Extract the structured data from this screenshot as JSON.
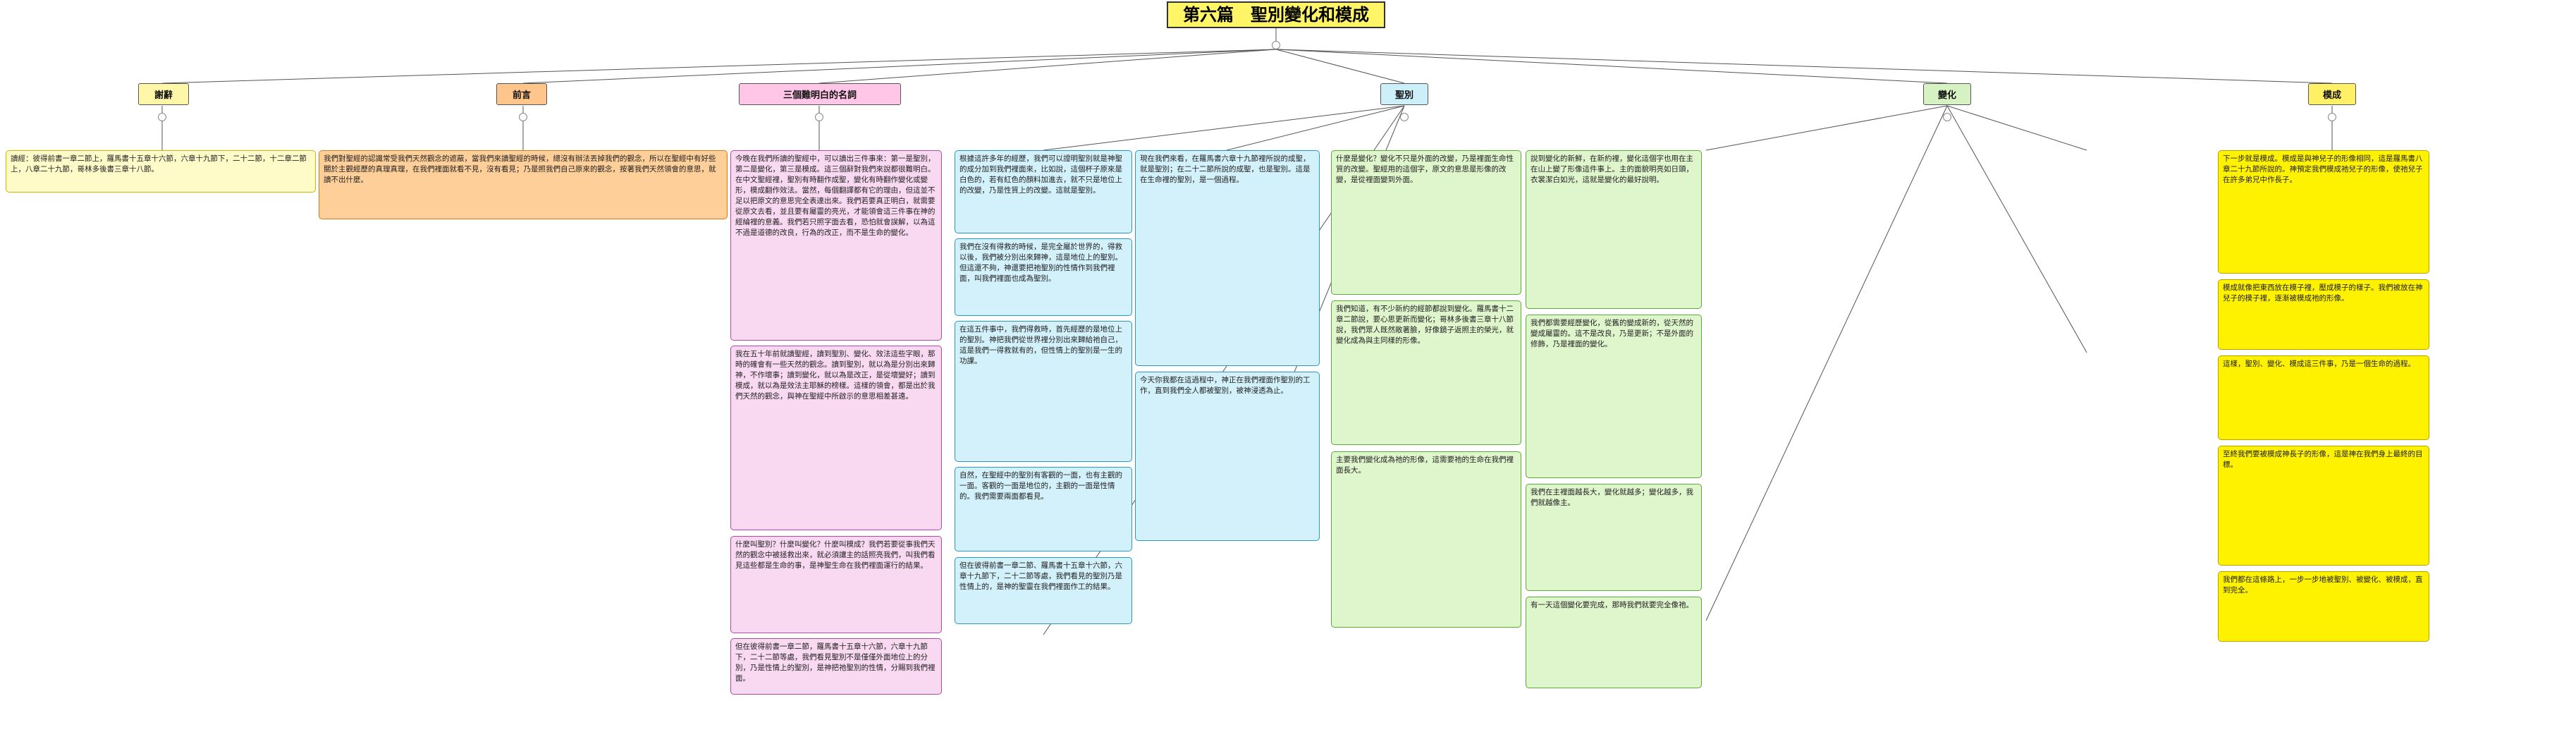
{
  "title": "第六篇　聖別變化和模成",
  "sections": {
    "thanks": {
      "label": "謝辭",
      "paragraphs": [
        "讀經：彼得前書一章二節上，羅馬書十五章十六節，六章十九節下，二十二節，十二章二節上，八章二十九節，哥林多後書三章十八節。"
      ]
    },
    "preface": {
      "label": "前言",
      "paragraphs": [
        "我們對聖經的認識常受我們天然觀念的遮蔽，當我們來讀聖經的時候，總沒有辦法丟掉我們的觀念，所以在聖經中有好些關於主觀經歷的真理真理，在我們裡面就看不見，沒有看見；乃是照我們自己原來的觀念，按著我們天然領會的意思，就讀不出什麼。"
      ]
    },
    "terms": {
      "label": "三個難明白的名詞",
      "paragraphs": [
        "今晚在我們所讀的聖經中，可以讀出三件事來：第一是聖別，第二是變化，第三是模成。這三個辭對我們來說都很難明白。在中文聖經裡，聖別有時翻作成聖，變化有時翻作變化或變形，模成翻作效法。當然，每個翻譯都有它的理由，但這並不足以把原文的意思完全表達出來。我們若要真正明白，就需要從原文去看，並且要有屬靈的亮光，才能領會這三件事在神的經綸裡的意義。我們若只照字面去看，恐怕就會誤解，以為這不過是道德的改良，行為的改正，而不是生命的變化。",
        "我在五十年前就讀聖經，讀到聖別、變化、效法這些字眼，那時的確會有一些天然的觀念。讀到聖別，就以為是分別出來歸神，不作壞事；讀到變化，就以為是改正，是從壞變好；讀到模成，就以為是效法主耶穌的榜樣。這樣的領會，都是出於我們天然的觀念，與神在聖經中所啟示的意思相差甚遠。",
        "什麼叫聖別？什麼叫變化？什麼叫模成？我們若要從事我們天然的觀念中被拯救出來，就必須讓主的話照亮我們，叫我們看見這些都是生命的事，是神聖生命在我們裡面運行的結果。",
        "但在彼得前書一章二節，羅馬書十五章十六節，六章十九節下，二十二節等處，我們看見聖別不是僅僅外面地位上的分別，乃是性情上的聖別，是神把祂聖別的性情，分賜到我們裡面。"
      ]
    },
    "sanctify": {
      "label": "聖別",
      "paragraphs": [
        "根據這許多年的經歷，我們可以證明聖別就是神聖的成分加到我們裡面來，比如說，這個杯子原來是白色的，若有紅色的顏料加進去，就不只是地位上的改變，乃是性質上的改變。這就是聖別。",
        "我們在沒有得救的時候，是完全屬於世界的，得救以後，我們被分別出來歸神，這是地位上的聖別。但這還不夠，神還要把祂聖別的性情作到我們裡面，叫我們裡面也成為聖別。",
        "在這五件事中，我們得救時，首先經歷的是地位上的聖別。神把我們從世界裡分別出來歸給祂自己，這是我們一得救就有的，但性情上的聖別是一生的功課。",
        "自然，在聖經中的聖別有客觀的一面，也有主觀的一面。客觀的一面是地位的，主觀的一面是性情的。我們需要兩面都看見。",
        "但在彼得前書一章二節、羅馬書十五章十六節，六章十九節下，二十二節等處，我們看見的聖別乃是性情上的，是神的聖靈在我們裡面作工的結果。",
        "現在我們來看，在羅馬書六章十九節裡所說的成聖，就是聖別；在二十二節所說的成聖，也是聖別。這是在生命裡的聖別，是一個過程。",
        "今天你我都在這過程中，神正在我們裡面作聖別的工作，直到我們全人都被聖別，被神浸透為止。"
      ]
    },
    "transform": {
      "label": "變化",
      "paragraphs": [
        "什麼是變化？變化不只是外面的改變，乃是裡面生命性質的改變。聖經用的這個字，原文的意思是形像的改變，是從裡面變到外面。",
        "我們知道，有不少新約的經節都說到變化。羅馬書十二章二節說，要心思更新而變化；哥林多後書三章十八節說，我們眾人既然敞著臉，好像鏡子返照主的榮光，就變化成為與主同樣的形像。",
        "主要我們變化成為祂的形像，這需要祂的生命在我們裡面長大。",
        "說到變化的新鮮，在新約裡，變化這個字也用在主在山上變了形像這件事上。主的面貌明亮如日頭，衣裳潔白如光，這就是變化的最好說明。",
        "我們都需要經歷變化，從舊的變成新的，從天然的變成屬靈的。這不是改良，乃是更新；不是外面的修飾，乃是裡面的變化。",
        "我們在主裡面越長大，變化就越多；變化越多，我們就越像主。",
        "有一天這個變化要完成，那時我們就要完全像祂。"
      ]
    },
    "conform": {
      "label": "模成",
      "paragraphs": [
        "下一步就是模成。模成是與神兒子的形像相同，這是羅馬書八章二十九節所說的。神預定我們模成祂兒子的形像，使祂兒子在許多弟兄中作長子。",
        "模成就像把東西放在模子裡，壓成模子的樣子。我們被放在神兒子的模子裡，逐漸被模成祂的形像。",
        "這樣，聖別、變化、模成這三件事，乃是一個生命的過程。",
        "至終我們要被模成神長子的形像，這是神在我們身上最終的目標。",
        "我們都在這條路上，一步一步地被聖別、被變化、被模成，直到完全。"
      ]
    }
  }
}
